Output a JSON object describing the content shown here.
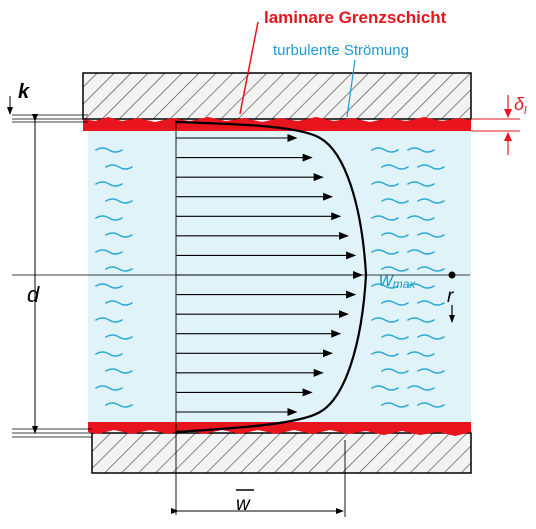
{
  "labels": {
    "laminar_layer": "laminare Grenzschicht",
    "turbulent_flow": "turbulente Strömung",
    "roughness": "k",
    "laminar_thickness": "δ",
    "laminar_thickness_sub": "l",
    "diameter": "d",
    "max_velocity": "w",
    "max_velocity_sub": "max",
    "mean_velocity": "w",
    "radius": "r"
  },
  "colors": {
    "laminar": "#e8141e",
    "turbulent_text": "#1e9bd2",
    "water": "#dff3f8",
    "wave": "#2ea9d8",
    "hatch": "#444444",
    "wall": "#f3f3f3",
    "line": "#000000"
  },
  "profile": {
    "arrow_count": 15,
    "shape": "turbulent velocity profile"
  }
}
